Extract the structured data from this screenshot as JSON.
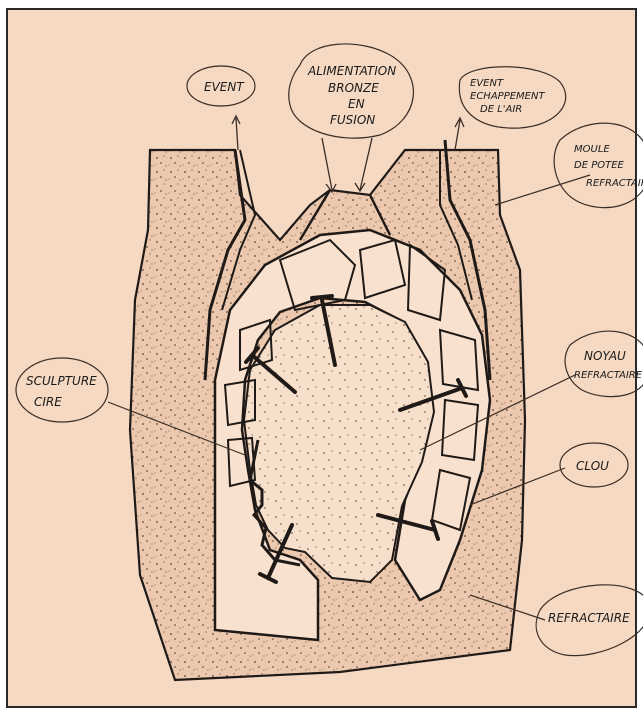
{
  "colors": {
    "paper": "#f5d9c3",
    "refractory": "#ecc9ae",
    "core": "#f6e0cc",
    "ink": "#1f1a17"
  },
  "labels": {
    "event_left": "EVENT",
    "alimentation": [
      "ALIMENTATION",
      "BRONZE",
      "EN",
      "FUSION"
    ],
    "event_right": [
      "EVENT",
      "ECHAPPEMENT",
      "DE L'AIR"
    ],
    "moule": [
      "MOULE",
      "DE POTEE",
      "REFRACTAIRE"
    ],
    "sculpture": [
      "SCULPTURE",
      "CIRE"
    ],
    "noyau": [
      "NOYAU",
      "REFRACTAIRE"
    ],
    "clou": "CLOU",
    "refractaire": "REFRACTAIRE"
  }
}
